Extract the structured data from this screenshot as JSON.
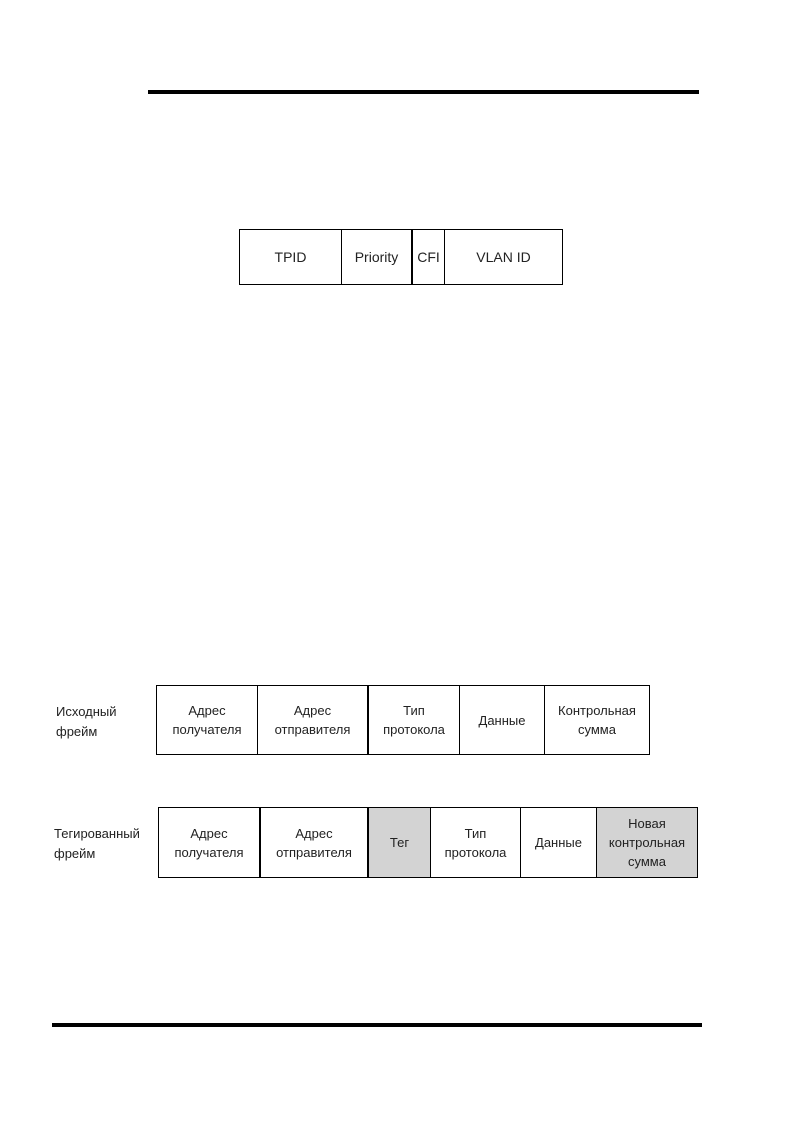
{
  "vlan_tag": {
    "fields": [
      "TPID",
      "Priority",
      "CFI",
      "VLAN ID"
    ],
    "shaded": []
  },
  "original_frame": {
    "label": "Исходный\nфрейм",
    "fields": [
      "Адрес\nполучателя",
      "Адрес\nотправителя",
      "Тип\nпротокола",
      "Данные",
      "Контрольная\nсумма"
    ]
  },
  "tagged_frame": {
    "label": "Тегированный\nфрейм",
    "fields": [
      "Адрес\nполучателя",
      "Адрес\nотправителя",
      "Тег",
      "Тип\nпротокола",
      "Данные",
      "Новая\nконтрольная\nсумма"
    ],
    "shaded_fields": [
      "Тег",
      "Новая\nконтрольная\nсумма"
    ],
    "shade_color": "#d3d3d3"
  }
}
